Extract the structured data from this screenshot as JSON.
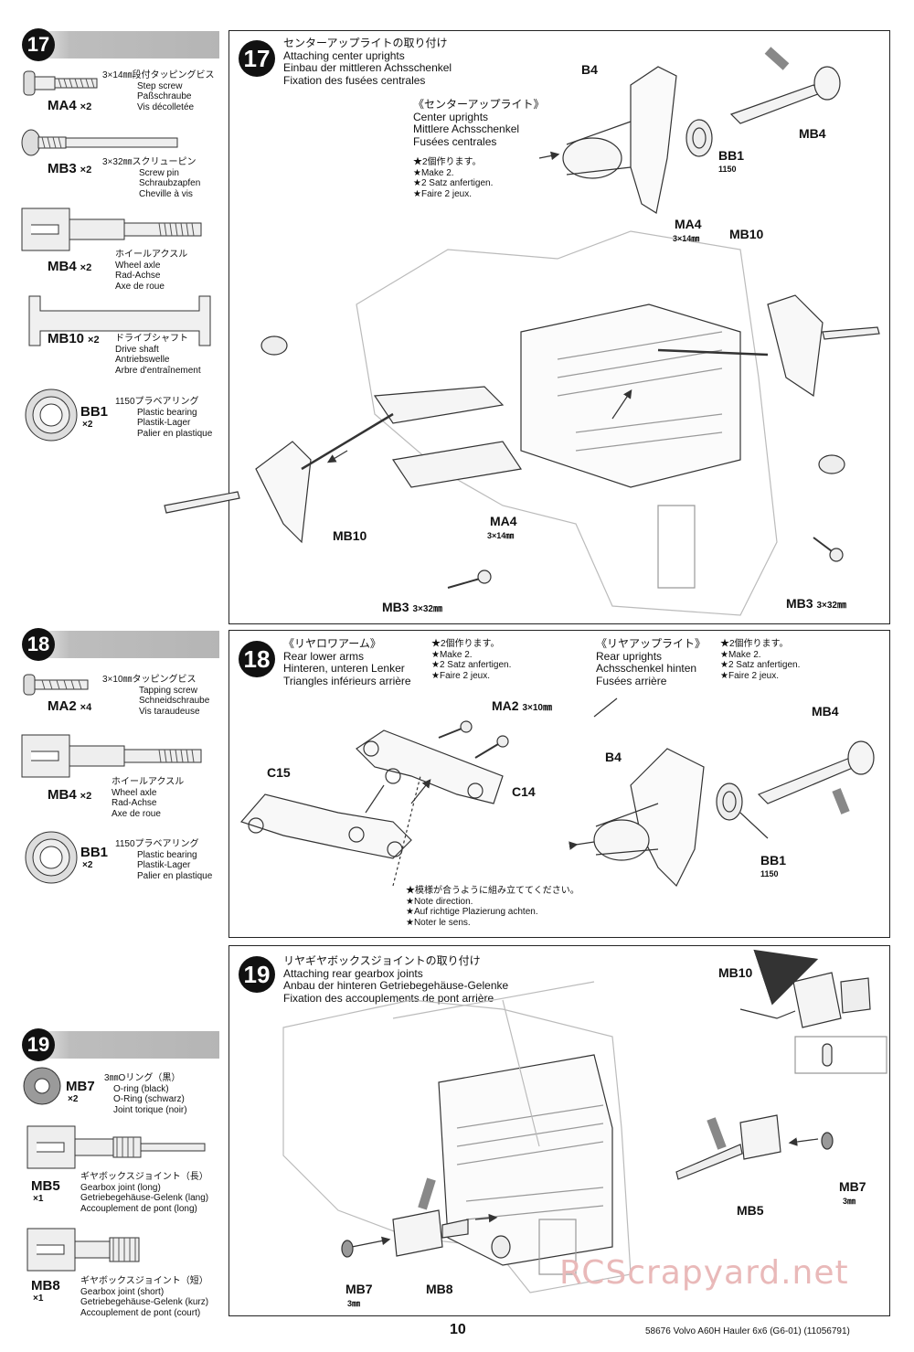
{
  "colors": {
    "step_bar": "#b5b5b5",
    "ink": "#111111",
    "watermark": "#e9b9b9"
  },
  "sidebar17": {
    "step": "17",
    "parts": [
      {
        "code": "MA4",
        "qty": "×2",
        "lines": [
          "3×14㎜段付タッピングビス",
          "Step screw",
          "Paßschraube",
          "Vis décolletée"
        ]
      },
      {
        "code": "MB3",
        "qty": "×2",
        "lines": [
          "3×32㎜スクリューピン",
          "Screw pin",
          "Schraubzapfen",
          "Cheville à vis"
        ]
      },
      {
        "code": "MB4",
        "qty": "×2",
        "lines": [
          "ホイールアクスル",
          "Wheel axle",
          "Rad-Achse",
          "Axe de roue"
        ]
      },
      {
        "code": "MB10",
        "qty": "×2",
        "lines": [
          "ドライブシャフト",
          "Drive shaft",
          "Antriebswelle",
          "Arbre d'entraînement"
        ]
      },
      {
        "code": "BB1",
        "qty": "×2",
        "lines": [
          "1150プラベアリング",
          "Plastic bearing",
          "Plastik-Lager",
          "Palier en plastique"
        ]
      }
    ]
  },
  "sidebar18": {
    "step": "18",
    "parts": [
      {
        "code": "MA2",
        "qty": "×4",
        "lines": [
          "3×10㎜タッピングビス",
          "Tapping screw",
          "Schneidschraube",
          "Vis taraudeuse"
        ]
      },
      {
        "code": "MB4",
        "qty": "×2",
        "lines": [
          "ホイールアクスル",
          "Wheel axle",
          "Rad-Achse",
          "Axe de roue"
        ]
      },
      {
        "code": "BB1",
        "qty": "×2",
        "lines": [
          "1150プラベアリング",
          "Plastic bearing",
          "Plastik-Lager",
          "Palier en plastique"
        ]
      }
    ]
  },
  "sidebar19": {
    "step": "19",
    "parts": [
      {
        "code": "MB7",
        "qty": "×2",
        "lines": [
          "3㎜Oリング（黒）",
          "O-ring (black)",
          "O-Ring (schwarz)",
          "Joint torique (noir)"
        ]
      },
      {
        "code": "MB5",
        "qty": "×1",
        "lines": [
          "ギヤボックスジョイント（長）",
          "Gearbox joint (long)",
          "Getriebegehäuse-Gelenk (lang)",
          "Accouplement de pont (long)"
        ]
      },
      {
        "code": "MB8",
        "qty": "×1",
        "lines": [
          "ギヤボックスジョイント（短）",
          "Gearbox joint (short)",
          "Getriebegehäuse-Gelenk (kurz)",
          "Accouplement de pont (court)"
        ]
      }
    ]
  },
  "step17": {
    "num": "17",
    "title": [
      "センターアップライトの取り付け",
      "Attaching center uprights",
      "Einbau der mittleren Achsschenkel",
      "Fixation des fusées centrales"
    ],
    "sub": [
      "《センターアップライト》",
      "Center uprights",
      "Mittlere Achsschenkel",
      "Fusées centrales"
    ],
    "make": [
      "★2個作ります。",
      "★Make 2.",
      "★2 Satz anfertigen.",
      "★Faire 2 jeux."
    ],
    "labels": {
      "b4": "B4",
      "bb1": "BB1",
      "bb1_no": "1150",
      "mb4": "MB4",
      "ma4_top": "MA4",
      "ma4_top_size": "3×14㎜",
      "mb10_top": "MB10",
      "mb10_bottom": "MB10",
      "ma4_bottom": "MA4",
      "ma4_bottom_size": "3×14㎜",
      "mb3_left": "MB3",
      "mb3_left_size": "3×32㎜",
      "mb3_right": "MB3",
      "mb3_right_size": "3×32㎜"
    }
  },
  "step18": {
    "num": "18",
    "arm_title": [
      "《リヤロワアーム》",
      "Rear lower arms",
      "Hinteren, unteren Lenker",
      "Triangles inférieurs arrière"
    ],
    "arm_make": [
      "★2個作ります。",
      "★Make 2.",
      "★2 Satz anfertigen.",
      "★Faire 2 jeux."
    ],
    "up_title": [
      "《リヤアップライト》",
      "Rear uprights",
      "Achsschenkel hinten",
      "Fusées arrière"
    ],
    "up_make": [
      "★2個作ります。",
      "★Make 2.",
      "★2 Satz anfertigen.",
      "★Faire 2 jeux."
    ],
    "direction": [
      "★模様が合うように組み立ててください。",
      "★Note direction.",
      "★Auf richtige Plazierung achten.",
      "★Noter le sens."
    ],
    "labels": {
      "ma2": "MA2",
      "ma2_size": "3×10㎜",
      "c15": "C15",
      "c14": "C14",
      "b4": "B4",
      "mb4": "MB4",
      "bb1": "BB1",
      "bb1_no": "1150"
    }
  },
  "step19": {
    "num": "19",
    "title": [
      "リヤギヤボックスジョイントの取り付け",
      "Attaching rear gearbox joints",
      "Anbau der hinteren Getriebegehäuse-Gelenke",
      "Fixation des accouplements de pont arrière"
    ],
    "labels": {
      "mb10": "MB10",
      "mb5": "MB5",
      "mb7_right": "MB7",
      "mb7_right_size": "3㎜",
      "mb7_left": "MB7",
      "mb7_left_size": "3㎜",
      "mb8": "MB8"
    }
  },
  "footer": {
    "page": "10",
    "doc": "58676 Volvo A60H Hauler 6x6 (G6-01) (11056791)"
  },
  "watermark": "RCScrapyard.net"
}
